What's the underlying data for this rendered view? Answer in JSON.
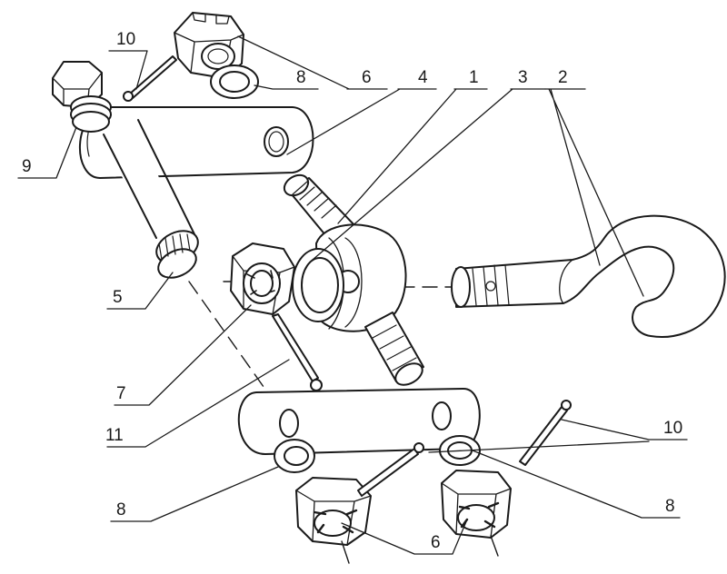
{
  "figure": {
    "ink_color": "#1a1a1a",
    "fill_color": "#ffffff",
    "shade_color": "#cfcfcf"
  },
  "callouts": [
    {
      "id": "c1",
      "label": "1"
    },
    {
      "id": "c2",
      "label": "2"
    },
    {
      "id": "c3",
      "label": "3"
    },
    {
      "id": "c4",
      "label": "4"
    },
    {
      "id": "c5",
      "label": "5"
    },
    {
      "id": "c6a",
      "label": "6"
    },
    {
      "id": "c6b",
      "label": "6"
    },
    {
      "id": "c7",
      "label": "7"
    },
    {
      "id": "c8a",
      "label": "8"
    },
    {
      "id": "c8b",
      "label": "8"
    },
    {
      "id": "c8c",
      "label": "8"
    },
    {
      "id": "c9",
      "label": "9"
    },
    {
      "id": "c10a",
      "label": "10"
    },
    {
      "id": "c10b",
      "label": "10"
    },
    {
      "id": "c11",
      "label": "11"
    }
  ]
}
